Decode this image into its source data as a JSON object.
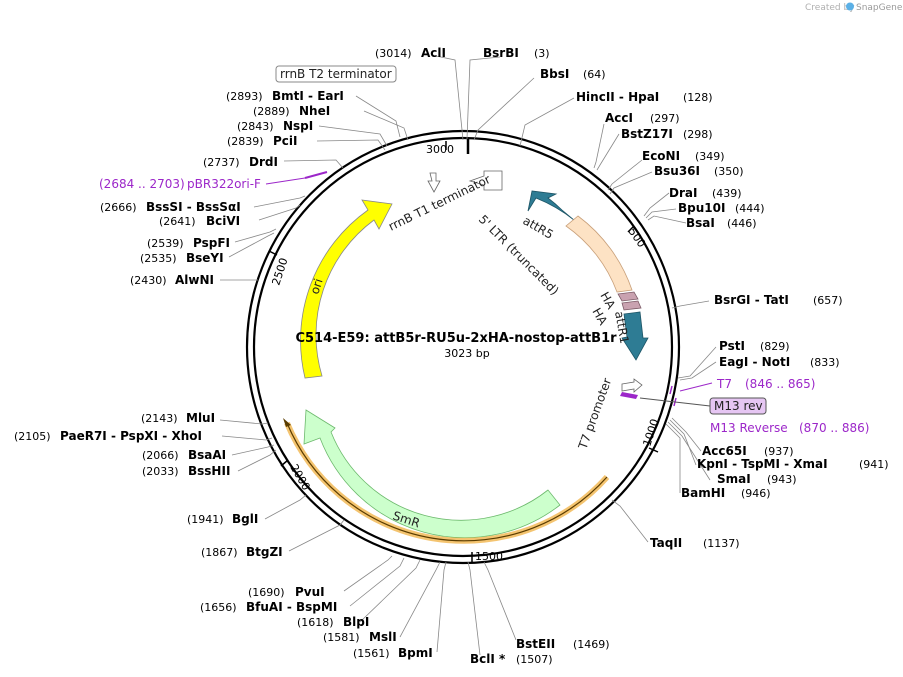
{
  "credit": {
    "created_by": "Created by",
    "brand": "SnapGene"
  },
  "plasmid": {
    "name": "C514-E59: attB5r-RU5u-2xHA-nostop-attB1r",
    "size": "3023 bp"
  },
  "ticks": [
    "3000",
    "500",
    "1000",
    "1500",
    "2000",
    "2500"
  ],
  "sites": [
    {
      "name": "AclI",
      "pos": "(3014)"
    },
    {
      "name": "BsrBI",
      "pos": "(3)"
    },
    {
      "name": "BbsI",
      "pos": "(64)"
    },
    {
      "name": "HincII  -  HpaI",
      "pos": "(128)"
    },
    {
      "name": "AccI",
      "pos": "(297)"
    },
    {
      "name": "BstZ17I",
      "pos": "(298)"
    },
    {
      "name": "EcoNI",
      "pos": "(349)"
    },
    {
      "name": "Bsu36I",
      "pos": "(350)"
    },
    {
      "name": "DraI",
      "pos": "(439)"
    },
    {
      "name": "Bpu10I",
      "pos": "(444)"
    },
    {
      "name": "BsaI",
      "pos": "(446)"
    },
    {
      "name": "BsrGI  -  TatI",
      "pos": "(657)"
    },
    {
      "name": "PstI",
      "pos": "(829)"
    },
    {
      "name": "EagI  -  NotI",
      "pos": "(833)"
    },
    {
      "name": "Acc65I",
      "pos": "(937)"
    },
    {
      "name": "KpnI  -  TspMI  -  XmaI",
      "pos": "(941)"
    },
    {
      "name": "SmaI",
      "pos": "(943)"
    },
    {
      "name": "BamHI",
      "pos": "(946)"
    },
    {
      "name": "TaqII",
      "pos": "(1137)"
    },
    {
      "name": "BstEII",
      "pos": "(1469)"
    },
    {
      "name": "BclI *",
      "pos": "(1507)"
    },
    {
      "name": "BpmI",
      "pos": "(1561)"
    },
    {
      "name": "MslI",
      "pos": "(1581)"
    },
    {
      "name": "BlpI",
      "pos": "(1618)"
    },
    {
      "name": "BfuAI  -  BspMI",
      "pos": "(1656)"
    },
    {
      "name": "PvuI",
      "pos": "(1690)"
    },
    {
      "name": "BtgZI",
      "pos": "(1867)"
    },
    {
      "name": "BglI",
      "pos": "(1941)"
    },
    {
      "name": "BssHII",
      "pos": "(2033)"
    },
    {
      "name": "BsaAI",
      "pos": "(2066)"
    },
    {
      "name": "PaeR7I  -  PspXI  -  XhoI",
      "pos": "(2105)"
    },
    {
      "name": "MluI",
      "pos": "(2143)"
    },
    {
      "name": "AlwNI",
      "pos": "(2430)"
    },
    {
      "name": "BseYI",
      "pos": "(2535)"
    },
    {
      "name": "PspFI",
      "pos": "(2539)"
    },
    {
      "name": "BciVI",
      "pos": "(2641)"
    },
    {
      "name": "BssSI  -  BssSαI",
      "pos": "(2666)"
    },
    {
      "name": "DrdI",
      "pos": "(2737)"
    },
    {
      "name": "PciI",
      "pos": "(2839)"
    },
    {
      "name": "NspI",
      "pos": "(2843)"
    },
    {
      "name": "NheI",
      "pos": "(2889)"
    },
    {
      "name": "BmtI  -  EarI",
      "pos": "(2893)"
    }
  ],
  "primers": [
    {
      "name": "pBR322ori-F",
      "range": "(2684 .. 2703)"
    },
    {
      "name": "T7",
      "range": "(846 .. 865)"
    },
    {
      "name": "M13 rev",
      "range": ""
    },
    {
      "name": "M13 Reverse",
      "range": "(870 .. 886)"
    }
  ],
  "features": [
    {
      "name": "rrnB T2 terminator"
    },
    {
      "name": "rrnB T1 terminator"
    },
    {
      "name": "attR5"
    },
    {
      "name": "5' LTR (truncated)"
    },
    {
      "name": "HA"
    },
    {
      "name": "HA"
    },
    {
      "name": "attR1"
    },
    {
      "name": "T7 promoter"
    },
    {
      "name": "SmR"
    },
    {
      "name": "ori"
    }
  ],
  "colors": {
    "backbone": "#000000",
    "ori": "#ffff00",
    "smr": "#ccffcc",
    "smr_outline": "#f0b040",
    "att": "#2e7c94",
    "ltr": "#fde2c4",
    "ha": "#c9a2b0",
    "primer": "#9c27c9",
    "primer_box": "#e6c6f3"
  }
}
